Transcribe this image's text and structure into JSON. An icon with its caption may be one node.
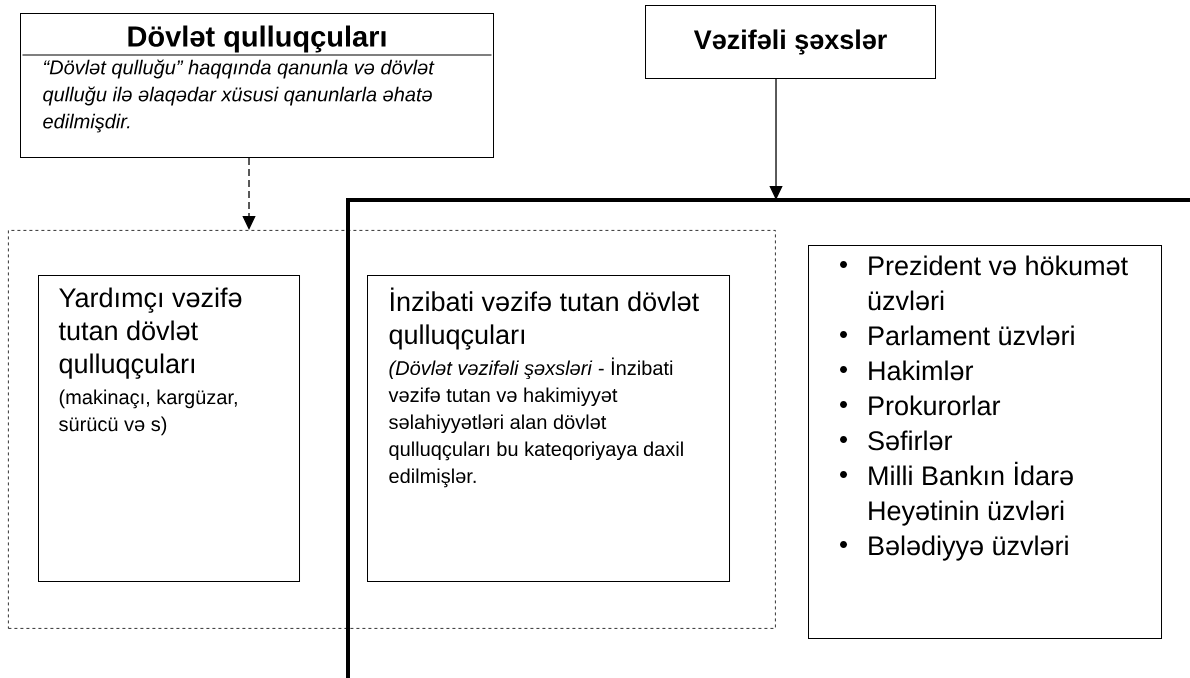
{
  "diagram": {
    "nodes": [
      {
        "text": [
          "Dövlət qulluqçuları",
          "“Dövlət qulluğu”  haqqında qanunla və dövlət qulluğu ilə əlaqədar xüsusi qanunlarla əhatə edilmişdir."
        ]
      },
      {
        "text": [
          "Vəzifəli şəxslər"
        ]
      },
      {
        "text": [],
        "shape": "box"
      },
      {
        "text": [],
        "shape": "box"
      },
      {
        "text": [
          "Yardımçı vəzifə tutan dövlət qulluqçuları",
          "(makinaçı, kargüzar, sürücü və s)"
        ],
        "in": 2
      },
      {
        "text": [
          "İnzibati vəzifə tutan dövlət qulluqçuları",
          "*(Dövlət vəzifəli şəxsləri* - İnzibati vəzifə tutan və hakimiyyət səlahiyyətləri alan dövlət qulluqçuları bu kateqoriyaya daxil edilmişlər."
        ]
      },
      {
        "text": [
          "Prezident və hökumət üzvləri",
          "Parlament üzvləri",
          "Hakimlər",
          "Prokurorlar",
          "Səfirlər",
          "Milli Bankın İdarə Heyətinin üzvləri",
          "Bələdiyyə üzvləri"
        ],
        "in": 3
      }
    ],
    "edges": [
      {
        "from": 0,
        "to": 2,
        "arrow": "to",
        "style": "dashed"
      },
      {
        "from": 1,
        "to": 3,
        "arrow": "to"
      }
    ]
  }
}
